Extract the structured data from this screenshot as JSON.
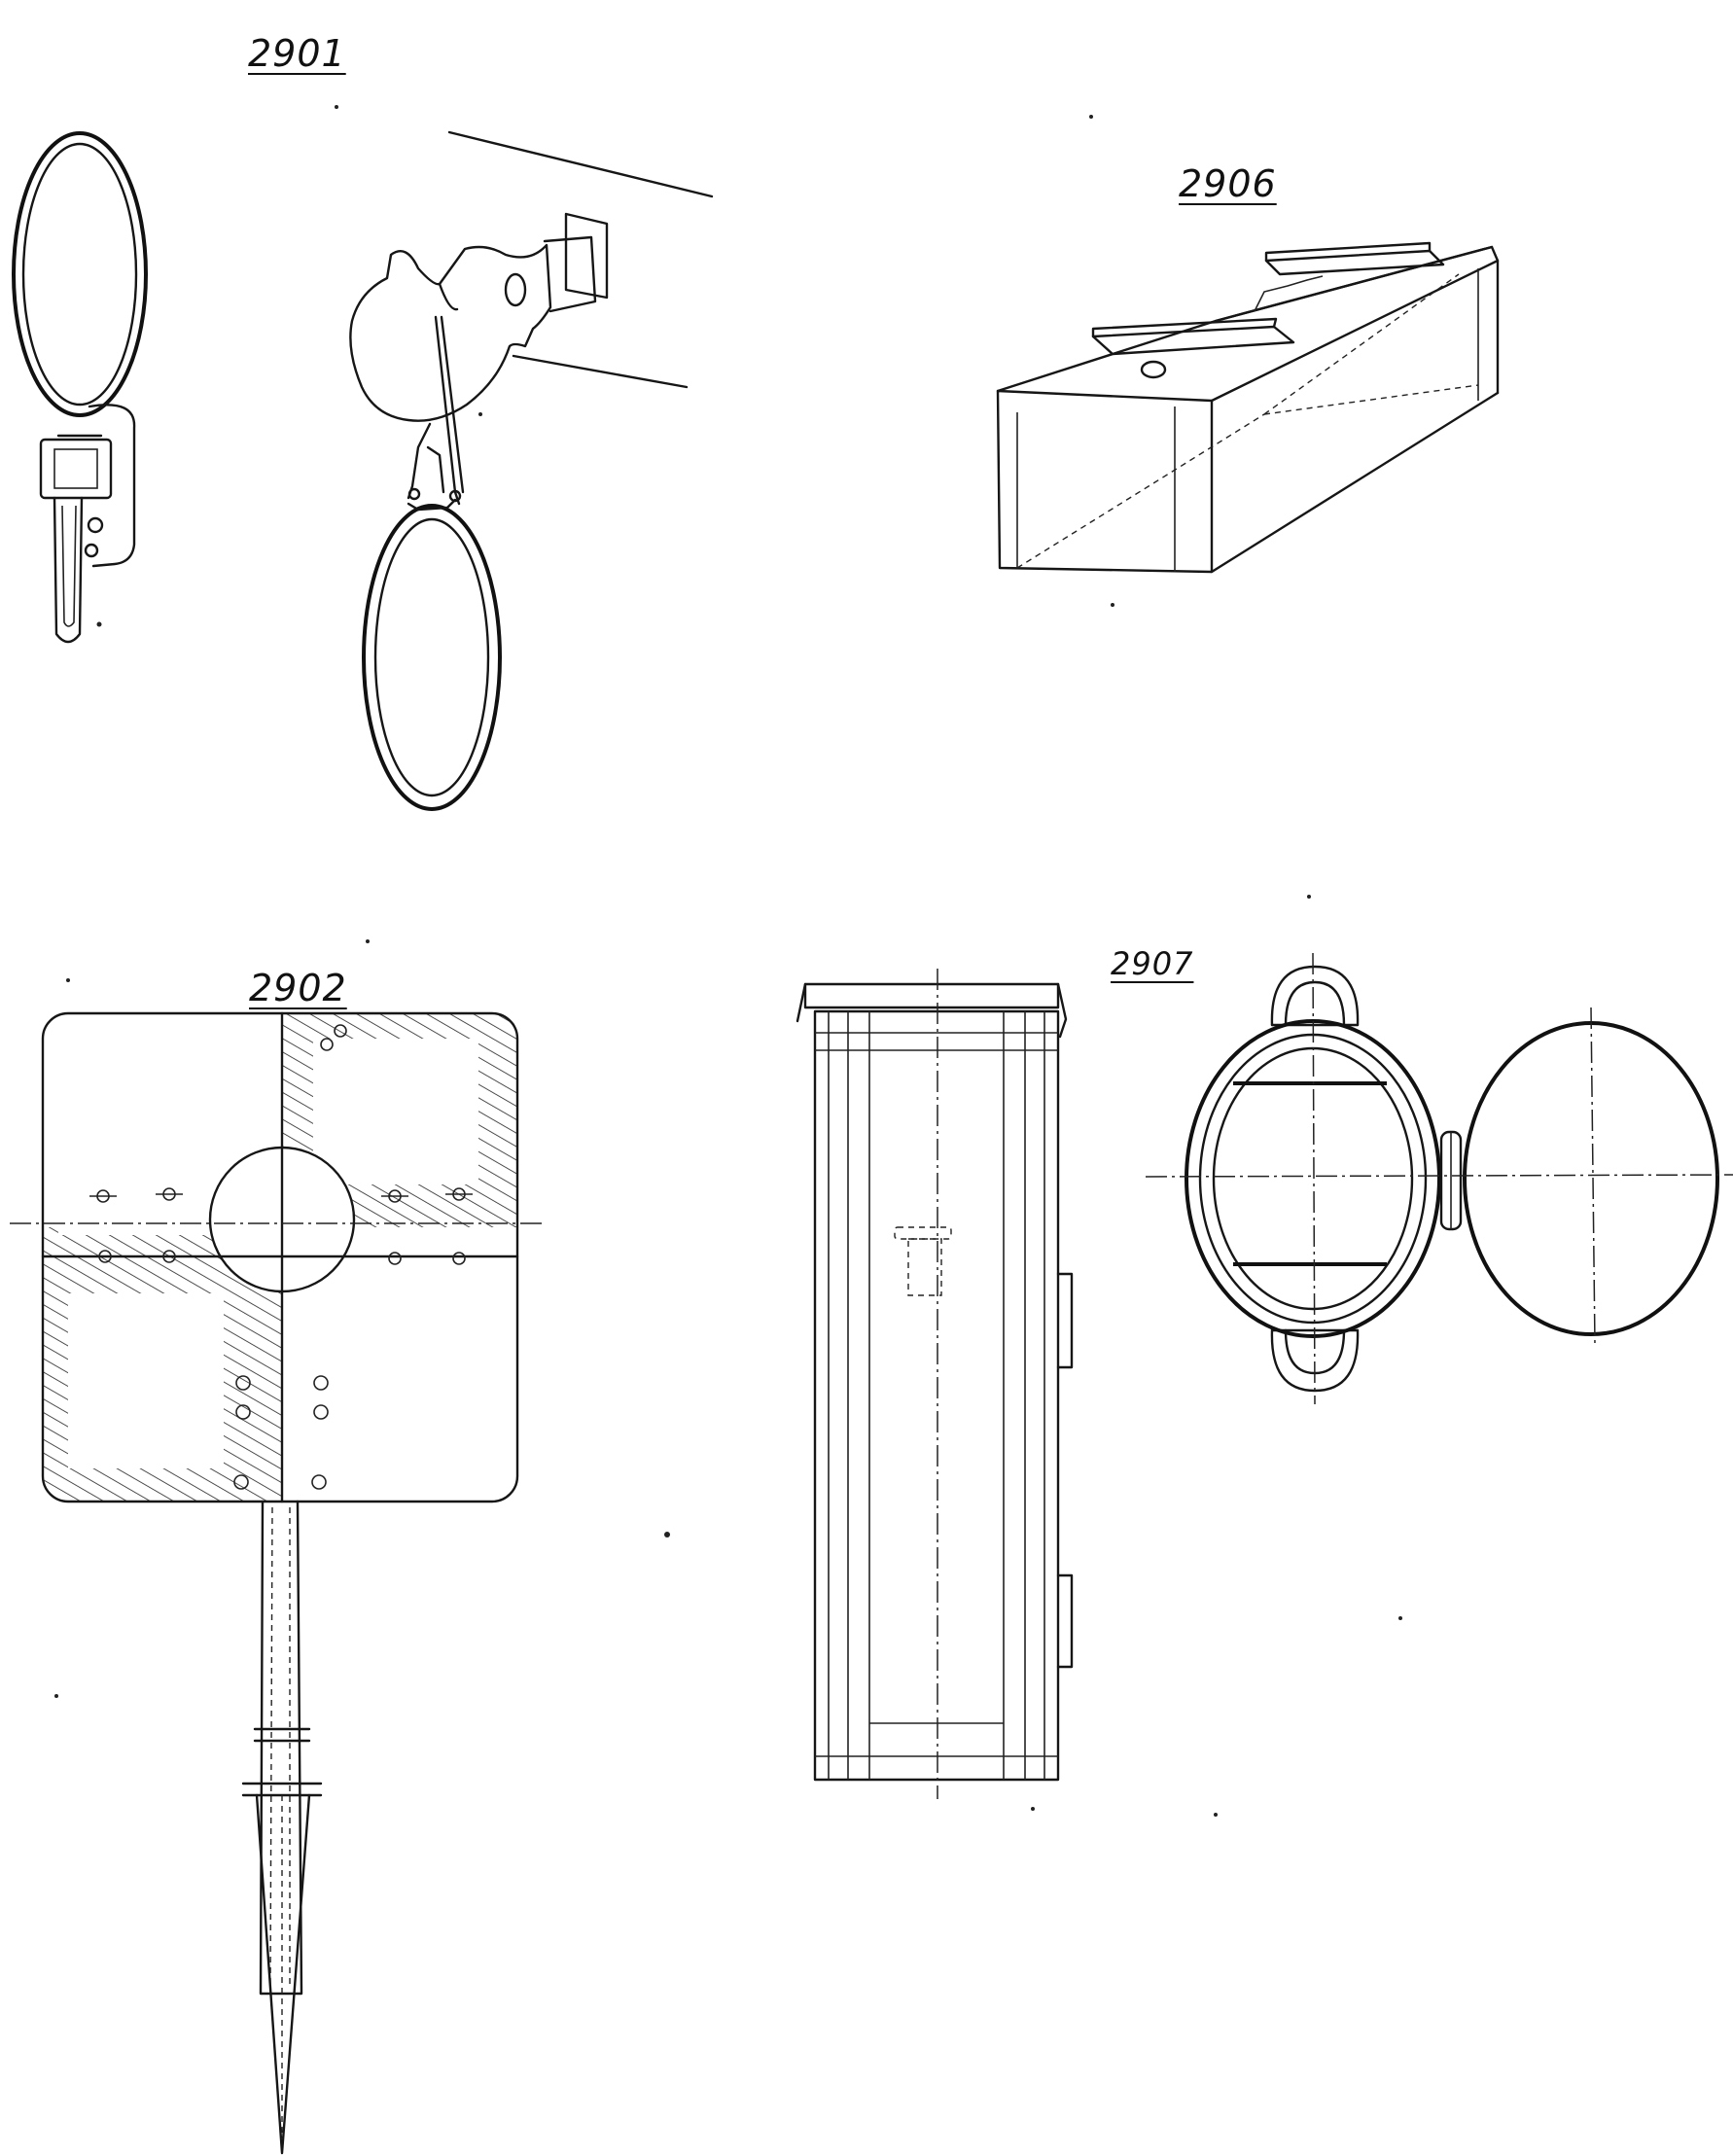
{
  "figures": [
    {
      "id": "fig-2901",
      "label": "2901"
    },
    {
      "id": "fig-2902",
      "label": "2902"
    },
    {
      "id": "fig-2906",
      "label": "2906"
    },
    {
      "id": "fig-2907",
      "label": "2907"
    }
  ],
  "colors": {
    "ink": "#161616",
    "paper": "#ffffff"
  }
}
